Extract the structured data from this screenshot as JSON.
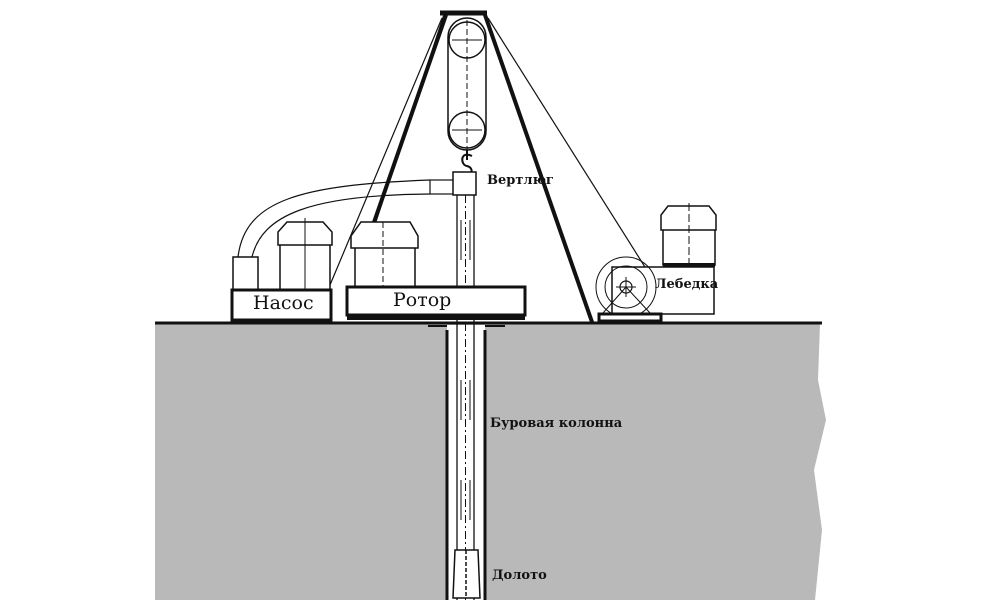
{
  "title": "Схема буровой установки",
  "labels": {
    "swivel": "Вертлюг",
    "pump": "Насос",
    "rotor": "Ротор",
    "winch": "Лебедка",
    "drill_string": "Буровая колонна",
    "bit": "Долото"
  },
  "colors": {
    "ground": "#b9b9b9",
    "line": "#111111"
  }
}
